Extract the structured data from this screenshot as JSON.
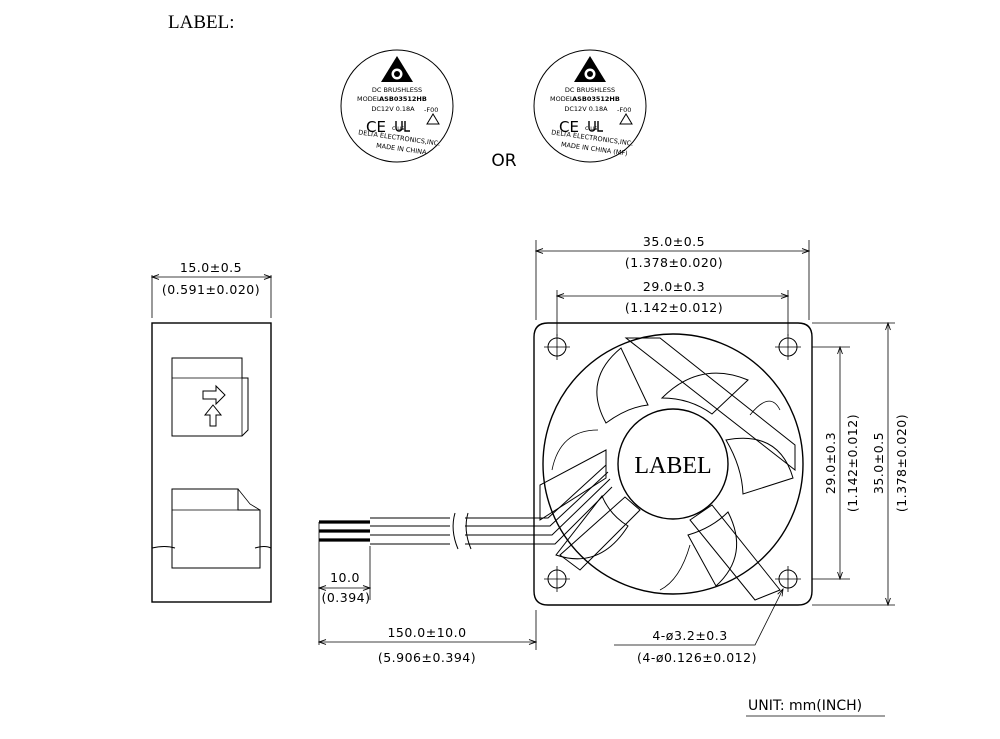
{
  "heading": "LABEL:",
  "separator": "OR",
  "labels": [
    {
      "line1": "DC  BRUSHLESS",
      "model_tag": "MODEL",
      "model": "ASB03512HB",
      "rating": "DC12V  0.18A",
      "suffix": "-F00",
      "maker": "DELTA ELECTRONICS,INC.",
      "origin": "MADE IN CHINA"
    },
    {
      "line1": "DC  BRUSHLESS",
      "model_tag": "MODEL",
      "model": "ASB03512HB",
      "rating": "DC12V  0.18A",
      "suffix": "-F00",
      "maker": "DELTA ELECTRONICS,INC.",
      "origin": "MADE IN CHINA (MF)"
    }
  ],
  "cert_marks": {
    "ce": "CE",
    "ul": "c  us"
  },
  "hub_label": "LABEL",
  "dimensions": {
    "side_width": {
      "mm": "15.0±0.5",
      "inch": "(0.591±0.020)"
    },
    "frame_width": {
      "mm": "35.0±0.5",
      "inch": "(1.378±0.020)"
    },
    "hole_spacing_h": {
      "mm": "29.0±0.3",
      "inch": "(1.142±0.012)"
    },
    "hole_spacing_v": {
      "mm": "29.0±0.3",
      "inch": "(1.142±0.012)"
    },
    "frame_height": {
      "mm": "35.0±0.5",
      "inch": "(1.378±0.020)"
    },
    "strip": {
      "mm": "10.0",
      "inch": "(0.394)"
    },
    "lead_length": {
      "mm": "150.0±10.0",
      "inch": "(5.906±0.394)"
    },
    "holes": {
      "mm": "4-ø3.2±0.3",
      "inch": "(4-ø0.126±0.012)"
    }
  },
  "unit_note": "UNIT:  mm(INCH)"
}
